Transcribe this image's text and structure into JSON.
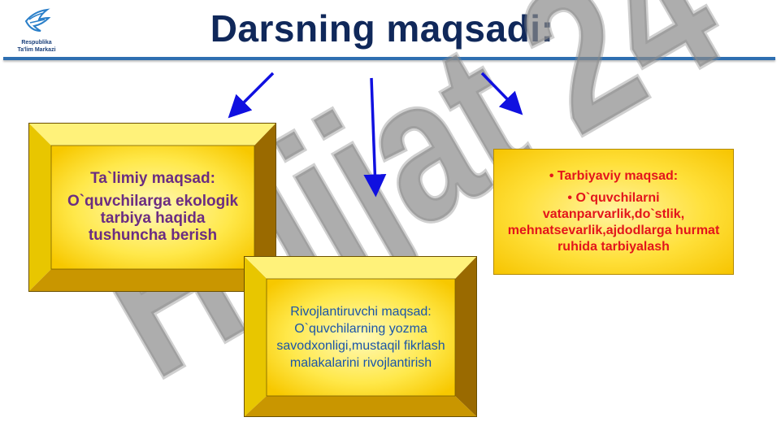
{
  "logo": {
    "line1": "Respublika",
    "line2": "Ta'lim Markazi"
  },
  "title": "Darsning maqsadi:",
  "watermark": "Hujjat 24",
  "box_left": {
    "heading": "Ta`limiy maqsad:",
    "body": "O`quvchilarga ekologik tarbiya haqida tushuncha berish"
  },
  "box_middle": {
    "body": "Rivojlantiruvchi maqsad: O`quvchilarning yozma savodxonligi,mustaqil fikrlash malakalarini rivojlantirish"
  },
  "box_right": {
    "heading": "• Tarbiyaviy maqsad:",
    "body": "• O`quvchilarni vatanparvarlik,do`stlik, mehnatsevarlik,ajdodlarga hurmat ruhida tarbiyalash"
  },
  "colors": {
    "title": "#10285a",
    "rule": "#2e6fb1",
    "left_text": "#6b2d82",
    "middle_text": "#1a55a8",
    "right_text": "#e3151b",
    "box_fill": "#ffe03a",
    "arrow": "#1010e0"
  }
}
